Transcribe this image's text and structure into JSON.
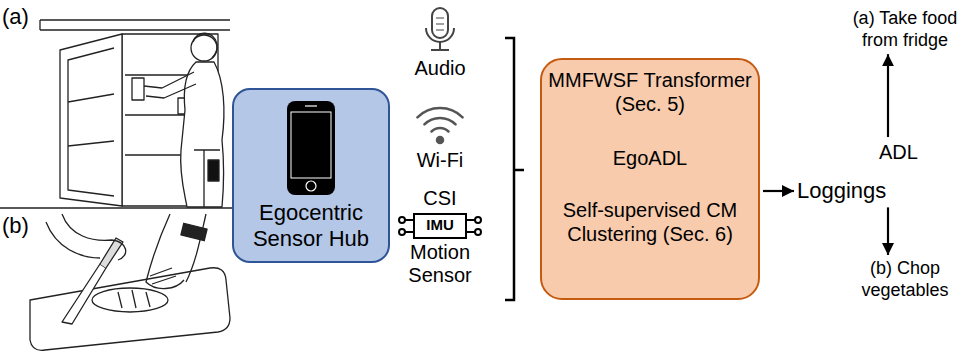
{
  "diagram": {
    "nodes": [
      {
        "text": [
          "Egocentric Sensor Hub"
        ]
      },
      {
        "text": []
      },
      {
        "text": [
          "MMFWSF Transformer (Sec. 5)"
        ],
        "in": 1
      },
      {
        "text": [
          "EgoADL"
        ],
        "in": 1
      },
      {
        "text": [
          "Self-supervised CM Clustering (Sec. 6)"
        ],
        "in": 1
      },
      {
        "text": [
          "(a) Take food from fridge"
        ]
      },
      {
        "text": [
          "ADL",
          "Loggings"
        ]
      },
      {
        "text": [
          "(b) Chop vegetables"
        ]
      }
    ],
    "edges": [
      {
        "from": 2,
        "to": 3,
        "arrow": "to"
      },
      {
        "from": 4,
        "to": 3,
        "arrow": "to"
      },
      {
        "from": 1,
        "to": 6,
        "arrow": "to"
      },
      {
        "from": 6,
        "to": 5,
        "arrow": "to"
      },
      {
        "from": 6,
        "to": 7,
        "arrow": "to"
      }
    ],
    "labels": [
      "(a)",
      "(b)",
      "Audio",
      "Wi-Fi",
      "CSI",
      "IMU",
      "Motion Sensor"
    ]
  }
}
